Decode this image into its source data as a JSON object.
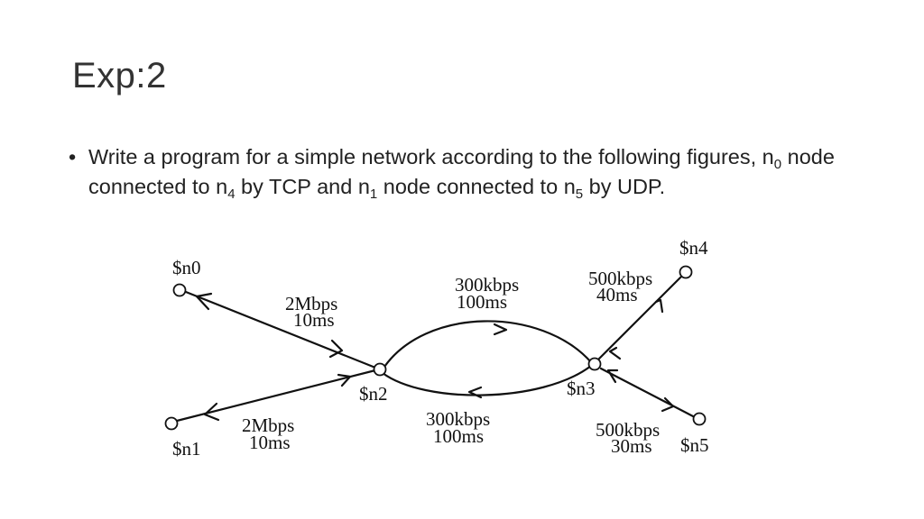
{
  "slide": {
    "title": "Exp:2",
    "bullet": {
      "marker": "•",
      "part1": "Write a program for a simple network according to the following figures, n",
      "sub0": "0",
      "part2": " node connected to n",
      "sub4": "4",
      "part3": " by TCP and n",
      "sub1": "1",
      "part4": " node connected to n",
      "sub5": "5",
      "part5": " by UDP."
    }
  },
  "diagram": {
    "nodes": {
      "n0": "$n0",
      "n1": "$n1",
      "n2": "$n2",
      "n3": "$n3",
      "n4": "$n4",
      "n5": "$n5"
    },
    "links": {
      "n0_n2": {
        "bandwidth": "2Mbps",
        "delay": "10ms"
      },
      "n1_n2": {
        "bandwidth": "2Mbps",
        "delay": "10ms"
      },
      "n2_n3_top": {
        "bandwidth": "300kbps",
        "delay": "100ms"
      },
      "n3_n2_bottom": {
        "bandwidth": "300kbps",
        "delay": "100ms"
      },
      "n3_n4": {
        "bandwidth": "500kbps",
        "delay": "40ms"
      },
      "n3_n5": {
        "bandwidth": "500kbps",
        "delay": "30ms"
      }
    }
  }
}
